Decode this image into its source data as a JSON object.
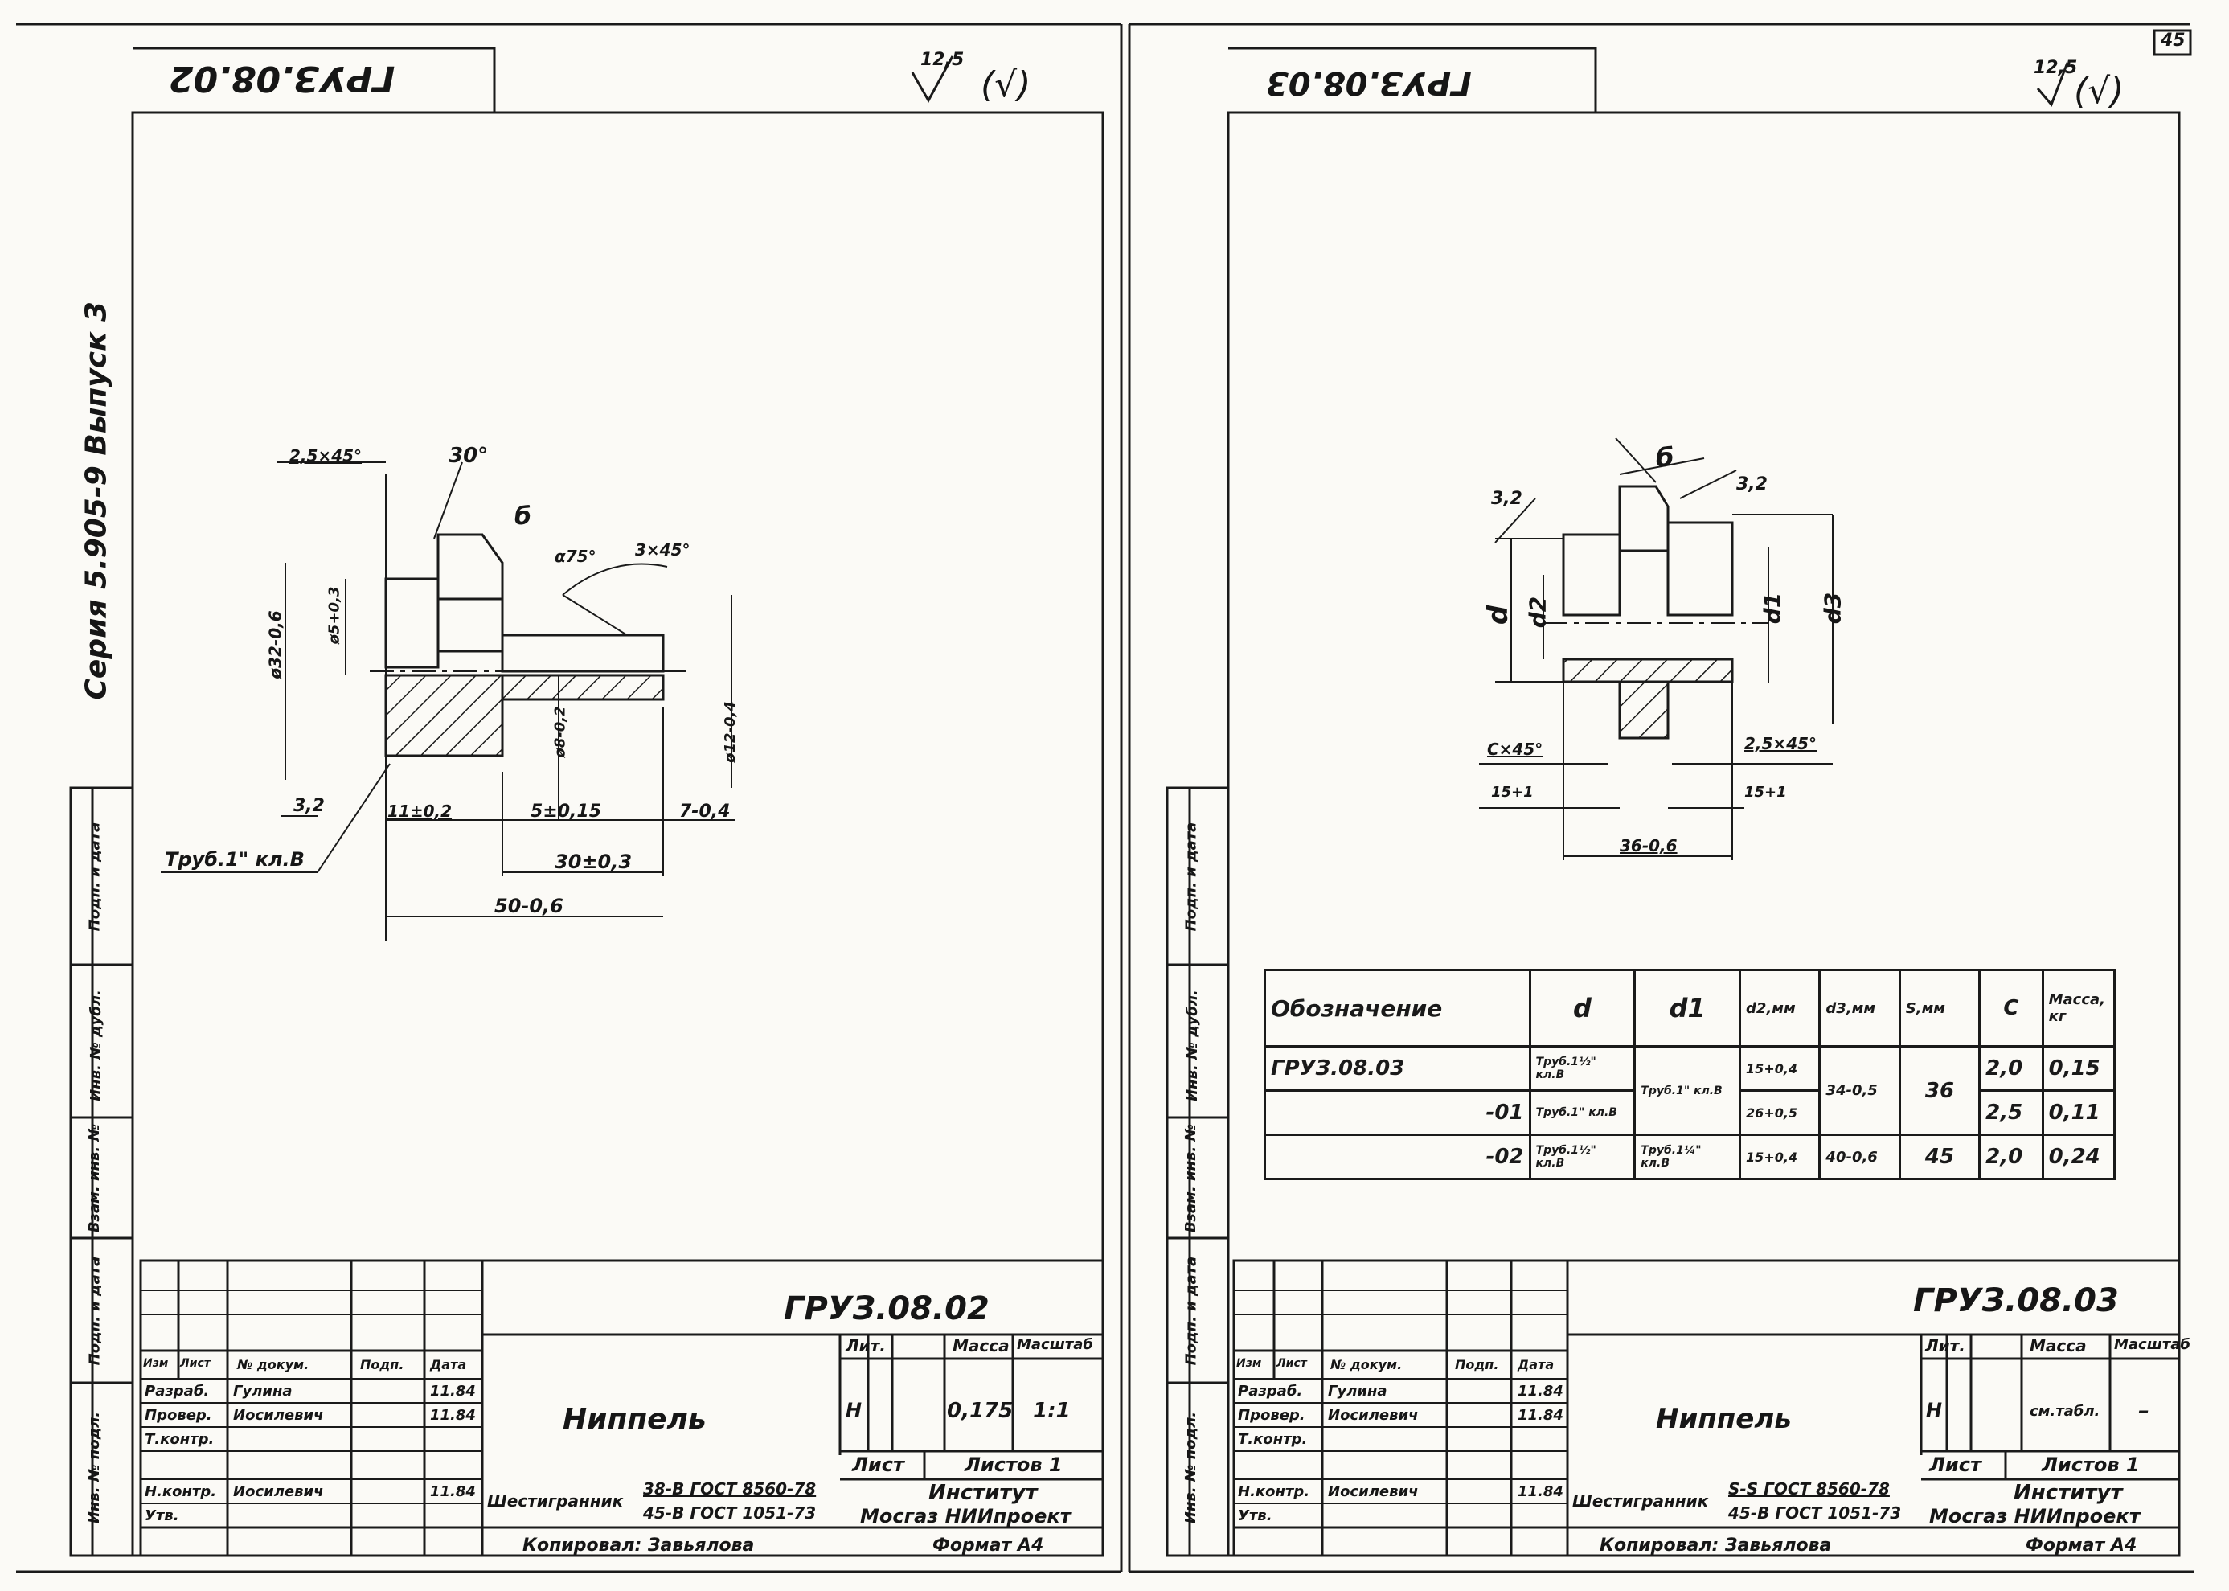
{
  "page_number": "45",
  "left": {
    "code_mirrored": "ГРУЗ.08.02",
    "roughness": "12,5",
    "roughness_paren": "(√)",
    "series_label": "Серия 5.905-9 Выпуск 3",
    "dims": {
      "chamfer": "2,5×45°",
      "angle_30": "30°",
      "s_mark": "б",
      "angle_75": "α75°",
      "angle_45": "3×45°",
      "d32": "ø32-0,6",
      "d5": "ø5+0,3",
      "d8": "ø8-0,2",
      "d12": "ø12-0,4",
      "r32": "3,2",
      "pipe": "Труб.1\" кл.В",
      "d11": "11±0,2",
      "d5_15": "5±0,15",
      "d7": "7-0,4",
      "d30": "30±0,3",
      "d50": "50-0,6"
    },
    "stamp": {
      "code": "ГРУЗ.08.02",
      "name": "Ниппель",
      "head_lit": "Лит.",
      "head_mass": "Масса",
      "head_scale": "Масштаб",
      "lit_value": "Н",
      "mass_value": "0,175",
      "scale_value": "1:1",
      "sheet": "Лист",
      "sheets": "Листов 1",
      "org1": "Институт",
      "org2": "Мосгаз НИИпроект",
      "material_prefix": "Шестигранник",
      "material_top": "38-В ГОСТ 8560-78",
      "material_bottom": "45-В ГОСТ 1051-73",
      "copied": "Копировал: Завьялова",
      "format": "Формат А4",
      "rows_header": [
        "Изм",
        "Лист",
        "№ докум.",
        "Подп.",
        "Дата"
      ],
      "roles": [
        "Разраб.",
        "Провер.",
        "Т.контр.",
        "",
        "Н.контр.",
        "Утв."
      ],
      "persons": [
        "Гулина",
        "Иосилевич",
        "",
        "",
        "Иосилевич",
        ""
      ],
      "dates": [
        "11.84",
        "11.84",
        "",
        "",
        "11.84",
        ""
      ]
    },
    "side_labels": [
      "Инв. № подл.",
      "Подп. и дата",
      "Взам. инв. №",
      "Инв. № дубл.",
      "Подп. и дата"
    ]
  },
  "right": {
    "code_mirrored": "ГРУЗ.08.03",
    "roughness": "12,5",
    "roughness_paren": "(√)",
    "dims": {
      "r32a": "3,2",
      "r32b": "3,2",
      "s_mark": "б",
      "d": "d",
      "d2": "d2",
      "d1": "d1",
      "d3": "d3",
      "cx45": "С×45°",
      "c25x45": "2,5×45°",
      "l15a": "15+1",
      "l15b": "15+1",
      "l36": "36-0,6"
    },
    "table": {
      "headers": [
        "Обозначение",
        "d",
        "d1",
        "d2,мм",
        "d3,мм",
        "S,мм",
        "С",
        "Масса, кг"
      ],
      "rows": [
        [
          "ГРУЗ.08.03",
          "Труб.1½\" кл.В",
          "Труб.1\" кл.В",
          "15+0,4",
          "34-0,5",
          "36",
          "2,0",
          "0,15"
        ],
        [
          "-01",
          "Труб.1\" кл.В",
          "",
          "26+0,5",
          "",
          "",
          "2,5",
          "0,11"
        ],
        [
          "-02",
          "Труб.1½\" кл.В",
          "Труб.1¼\" кл.В",
          "15+0,4",
          "40-0,6",
          "45",
          "2,0",
          "0,24"
        ]
      ]
    },
    "stamp": {
      "code": "ГРУЗ.08.03",
      "name": "Ниппель",
      "head_lit": "Лит.",
      "head_mass": "Масса",
      "head_scale": "Масштаб",
      "lit_value": "Н",
      "mass_value": "см.табл.",
      "scale_value": "–",
      "sheet": "Лист",
      "sheets": "Листов 1",
      "org1": "Институт",
      "org2": "Мосгаз НИИпроект",
      "material_prefix": "Шестигранник",
      "material_top": "S-S ГОСТ 8560-78",
      "material_bottom": "45-В ГОСТ 1051-73",
      "copied": "Копировал: Завьялова",
      "format": "Формат А4",
      "rows_header": [
        "Изм",
        "Лист",
        "№ докум.",
        "Подп.",
        "Дата"
      ],
      "roles": [
        "Разраб.",
        "Провер.",
        "Т.контр.",
        "",
        "Н.контр.",
        "Утв."
      ],
      "persons": [
        "Гулина",
        "Иосилевич",
        "",
        "",
        "Иосилевич",
        ""
      ],
      "dates": [
        "11.84",
        "11.84",
        "",
        "",
        "11.84",
        ""
      ]
    },
    "side_labels": [
      "Инв. № подл.",
      "Подп. и дата",
      "Взам. инв. №",
      "Инв. № дубл.",
      "Подп. и дата"
    ]
  }
}
